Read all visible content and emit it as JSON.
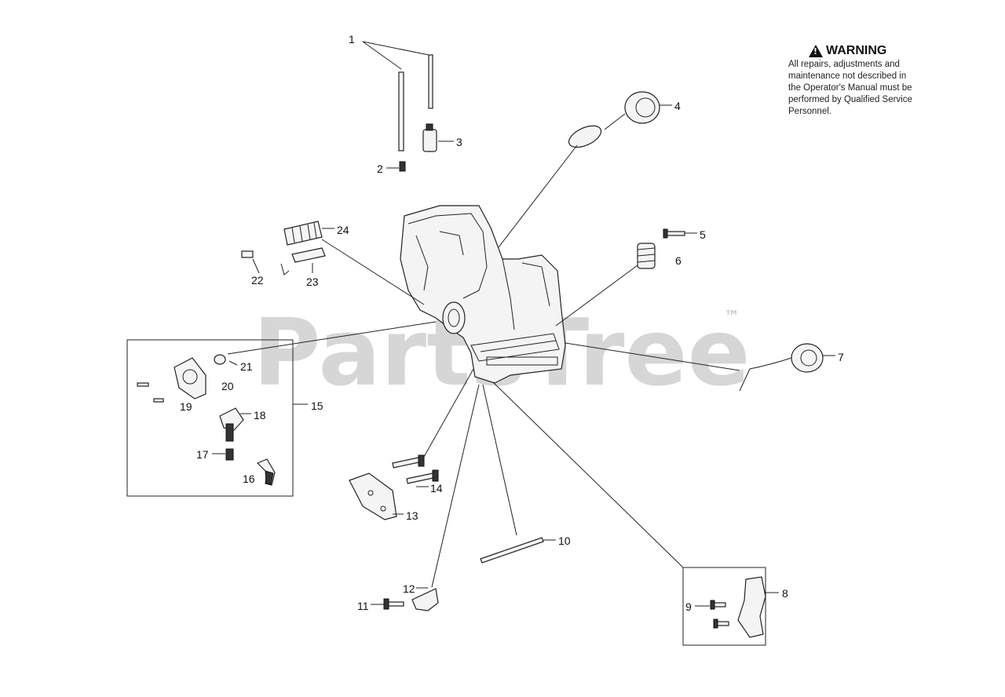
{
  "watermark": {
    "text": "PartsTree",
    "trademark": "™"
  },
  "warning": {
    "title": "WARNING",
    "icon": "warning-triangle-icon",
    "lines": [
      "All repairs, adjustments and",
      "maintenance not described in",
      "the Operator's Manual must be",
      "performed by Qualified Service",
      "Personnel."
    ]
  },
  "callouts": {
    "c1": "1",
    "c2": "2",
    "c3": "3",
    "c4": "4",
    "c5": "5",
    "c6": "6",
    "c7": "7",
    "c8": "8",
    "c9": "9",
    "c10": "10",
    "c11": "11",
    "c12": "12",
    "c13": "13",
    "c14": "14",
    "c15": "15",
    "c16": "16",
    "c17": "17",
    "c18": "18",
    "c19": "19",
    "c20": "20",
    "c21": "21",
    "c22": "22",
    "c23": "23",
    "c24": "24"
  }
}
